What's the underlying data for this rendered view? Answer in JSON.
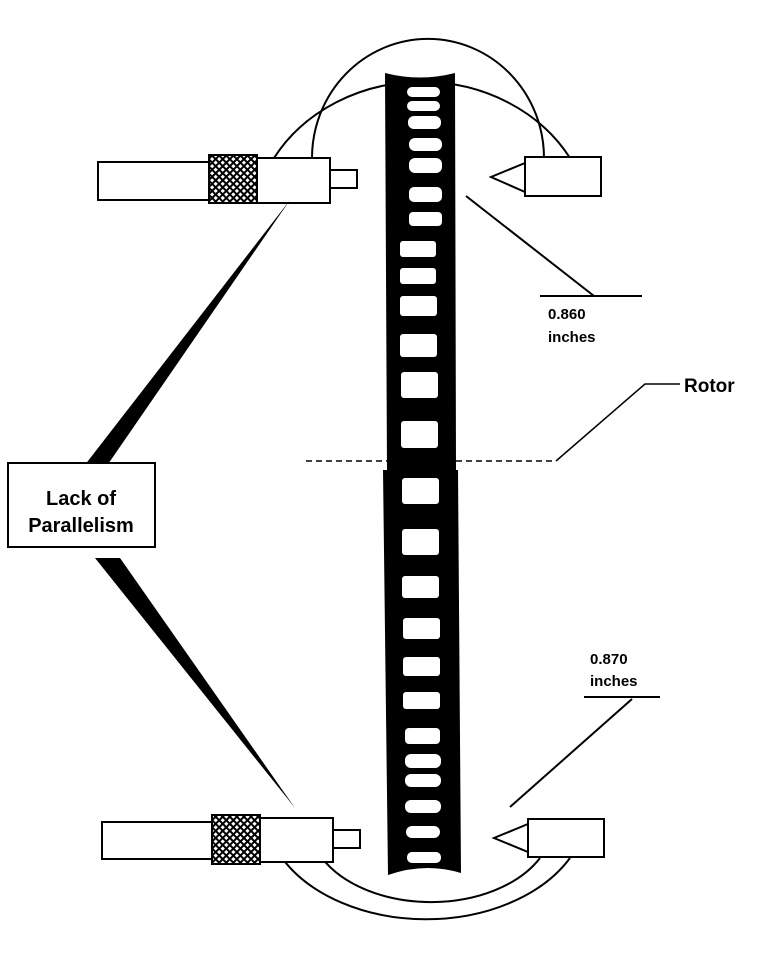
{
  "diagram": {
    "subject": "Rotor lack of parallelism measurement",
    "colors": {
      "ink": "#000000",
      "background": "#ffffff"
    },
    "labels": {
      "rotor": "Rotor",
      "callout_line1": "Lack of",
      "callout_line2": "Parallelism",
      "top_measure_value": "0.860",
      "top_measure_unit": "inches",
      "bottom_measure_value": "0.870",
      "bottom_measure_unit": "inches"
    },
    "components": [
      {
        "id": "upper-caliper",
        "description": "Upper micrometer caliper with hatched thimble and probe"
      },
      {
        "id": "lower-caliper",
        "description": "Lower micrometer caliper with hatched thimble and probe"
      },
      {
        "id": "rotor",
        "description": "Vented rotor cross-section, offset at midline"
      }
    ]
  }
}
